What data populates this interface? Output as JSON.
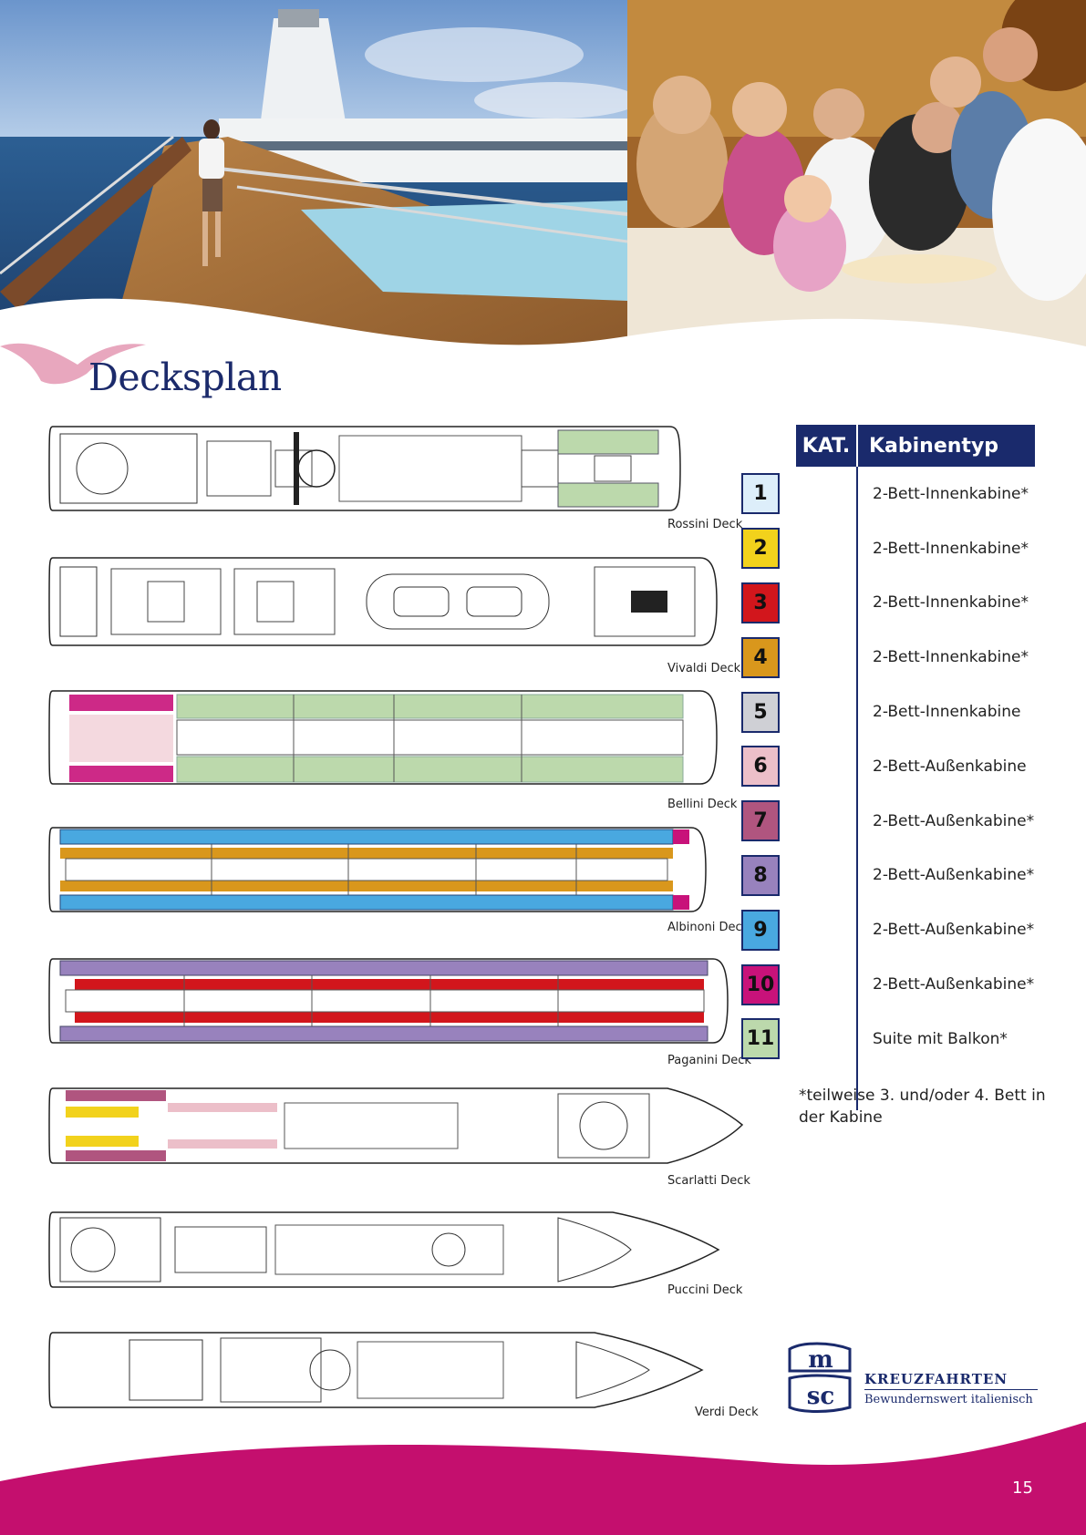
{
  "page": {
    "title": "Decksplan",
    "page_number": "15"
  },
  "decks": [
    {
      "label": "Rossini Deck"
    },
    {
      "label": "Vivaldi Deck"
    },
    {
      "label": "Bellini Deck"
    },
    {
      "label": "Albinoni Deck"
    },
    {
      "label": "Paganini Deck"
    },
    {
      "label": "Scarlatti Deck"
    },
    {
      "label": "Puccini Deck"
    },
    {
      "label": "Verdi Deck"
    }
  ],
  "legend": {
    "header_kat": "KAT.",
    "header_type": "Kabinentyp",
    "rows": [
      {
        "kat": "1",
        "type": "2-Bett-Innenkabine*",
        "color": "#ddeefa"
      },
      {
        "kat": "2",
        "type": "2-Bett-Innenkabine*",
        "color": "#f2d21c"
      },
      {
        "kat": "3",
        "type": "2-Bett-Innenkabine*",
        "color": "#d2161c"
      },
      {
        "kat": "4",
        "type": "2-Bett-Innenkabine*",
        "color": "#d9971c"
      },
      {
        "kat": "5",
        "type": "2-Bett-Innenkabine",
        "color": "#cfd0d5"
      },
      {
        "kat": "6",
        "type": "2-Bett-Außenkabine",
        "color": "#ecbfc9"
      },
      {
        "kat": "7",
        "type": "2-Bett-Außenkabine*",
        "color": "#b0557f"
      },
      {
        "kat": "8",
        "type": "2-Bett-Außenkabine*",
        "color": "#9882bd"
      },
      {
        "kat": "9",
        "type": "2-Bett-Außenkabine*",
        "color": "#49a8e0"
      },
      {
        "kat": "10",
        "type": "2-Bett-Außenkabine*",
        "color": "#c8127a"
      },
      {
        "kat": "11",
        "type": "Suite mit Balkon*",
        "color": "#bcd9ac"
      }
    ],
    "footnote": "*teilweise 3. und/oder 4. Bett in der Kabine"
  },
  "logo": {
    "mark": "msc",
    "name": "KREUZFAHRTEN",
    "slogan": "Bewundernswert italienisch"
  },
  "colors": {
    "navy": "#1a2a6c",
    "magenta": "#c40f6e",
    "gull": "#e8a7be"
  }
}
